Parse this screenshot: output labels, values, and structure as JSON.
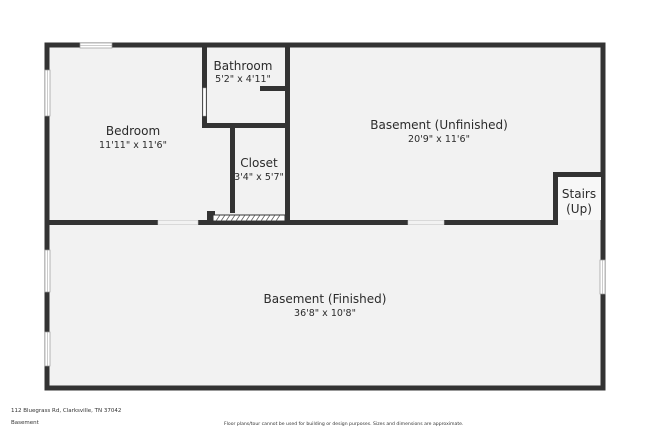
{
  "rooms": {
    "bathroom": {
      "name": "Bathroom",
      "dims": "5'2\" x 4'11\""
    },
    "bedroom": {
      "name": "Bedroom",
      "dims": "11'11\" x 11'6\""
    },
    "closet": {
      "name": "Closet",
      "dims": "3'4\" x 5'7\""
    },
    "basement_unfinished": {
      "name": "Basement (Unfinished)",
      "dims": "20'9\" x 11'6\""
    },
    "stairs": {
      "name_line1": "Stairs",
      "name_line2": "(Up)"
    },
    "basement_finished": {
      "name": "Basement (Finished)",
      "dims": "36'8\" x 10'8\""
    }
  },
  "footer": {
    "address": "112 Bluegrass Rd, Clarksville, TN 37042",
    "level": "Basement",
    "disclaimer": "Floor plans/tour cannot be used for building or design purposes. Sizes and dimensions are approximate."
  },
  "colors": {
    "wall": "#333333",
    "floor": "#f2f2f2",
    "window": "#ffffff"
  }
}
